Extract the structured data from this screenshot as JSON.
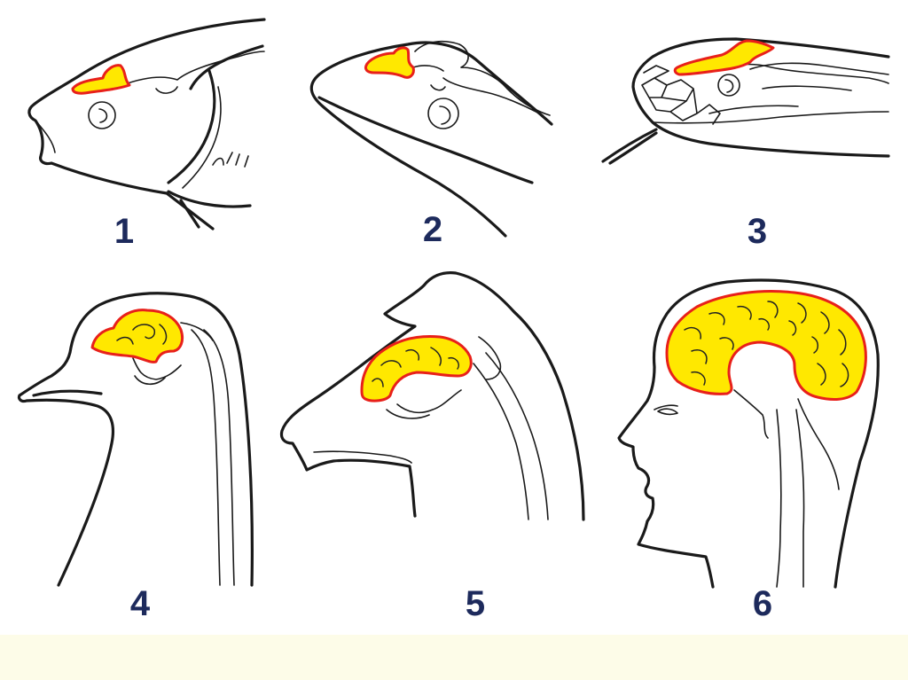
{
  "colors": {
    "brain_fill": "#ffe800",
    "brain_outline": "#e8201a",
    "label": "#1d2a5c",
    "footer_band": "#fdfce8"
  },
  "panels": [
    {
      "id": "fish",
      "label": "1"
    },
    {
      "id": "frog",
      "label": "2"
    },
    {
      "id": "lizard",
      "label": "3"
    },
    {
      "id": "bird",
      "label": "4"
    },
    {
      "id": "dog",
      "label": "5"
    },
    {
      "id": "human",
      "label": "6"
    }
  ]
}
